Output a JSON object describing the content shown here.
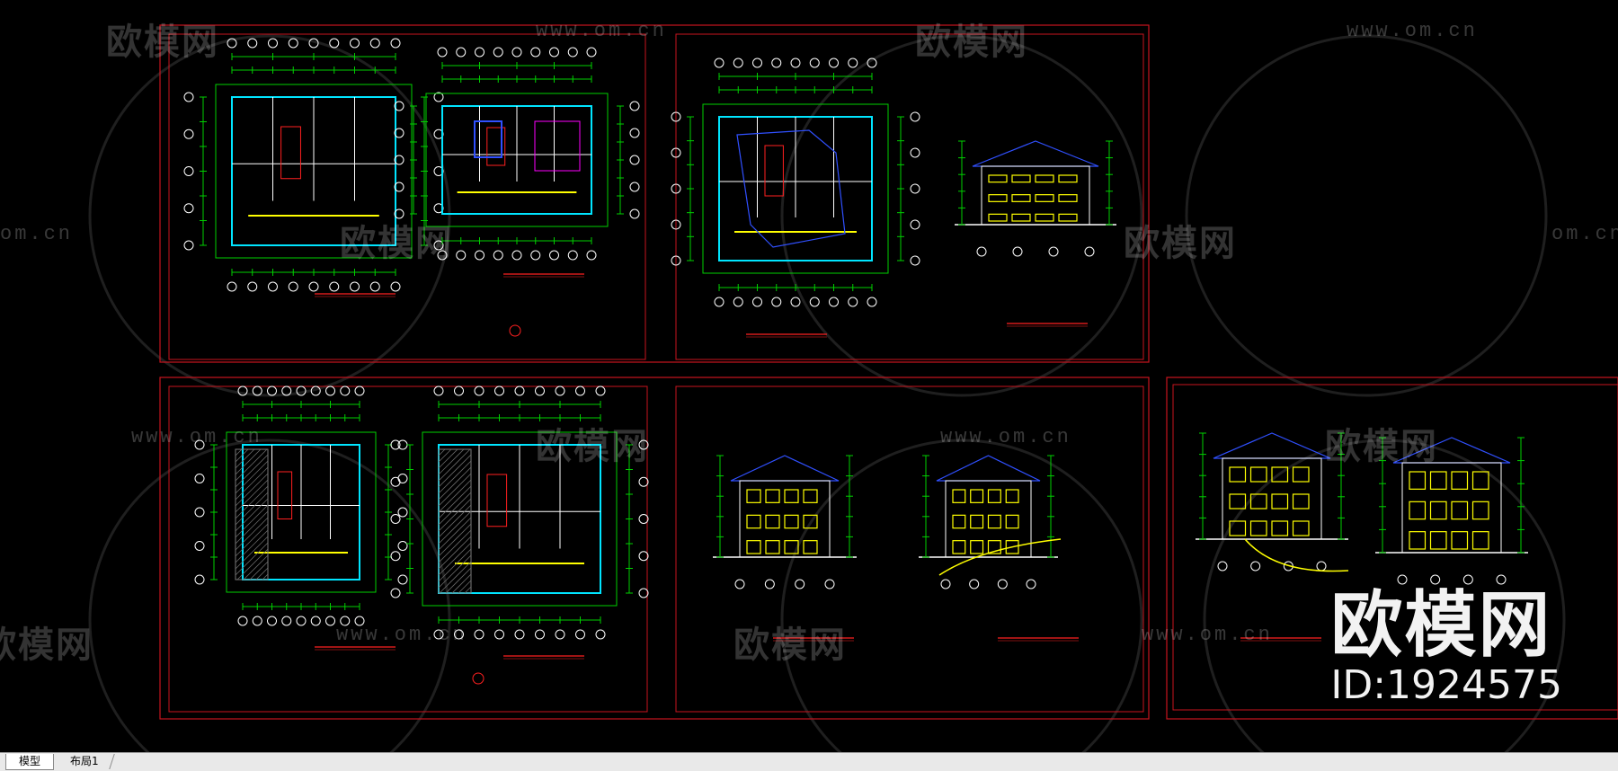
{
  "watermarks": {
    "brand_text": "欧模网",
    "url_text": "www.om.cn",
    "url_text_cropped": "om.cn",
    "brand_cropped": "欧模网"
  },
  "brand": {
    "name": "欧模网",
    "id": "ID:1924575"
  },
  "tabs": [
    {
      "label": "模型",
      "active": true
    },
    {
      "label": "布局1",
      "active": false
    }
  ],
  "colors": {
    "background": "#000000",
    "frame": "#c8141e",
    "wall": "#00e5ff",
    "dimension": "#00d000",
    "highlight": "#ffff00",
    "accent_blue": "#3050ff",
    "accent_red": "#ff2020",
    "accent_magenta": "#ff00ff",
    "white": "#ffffff"
  }
}
